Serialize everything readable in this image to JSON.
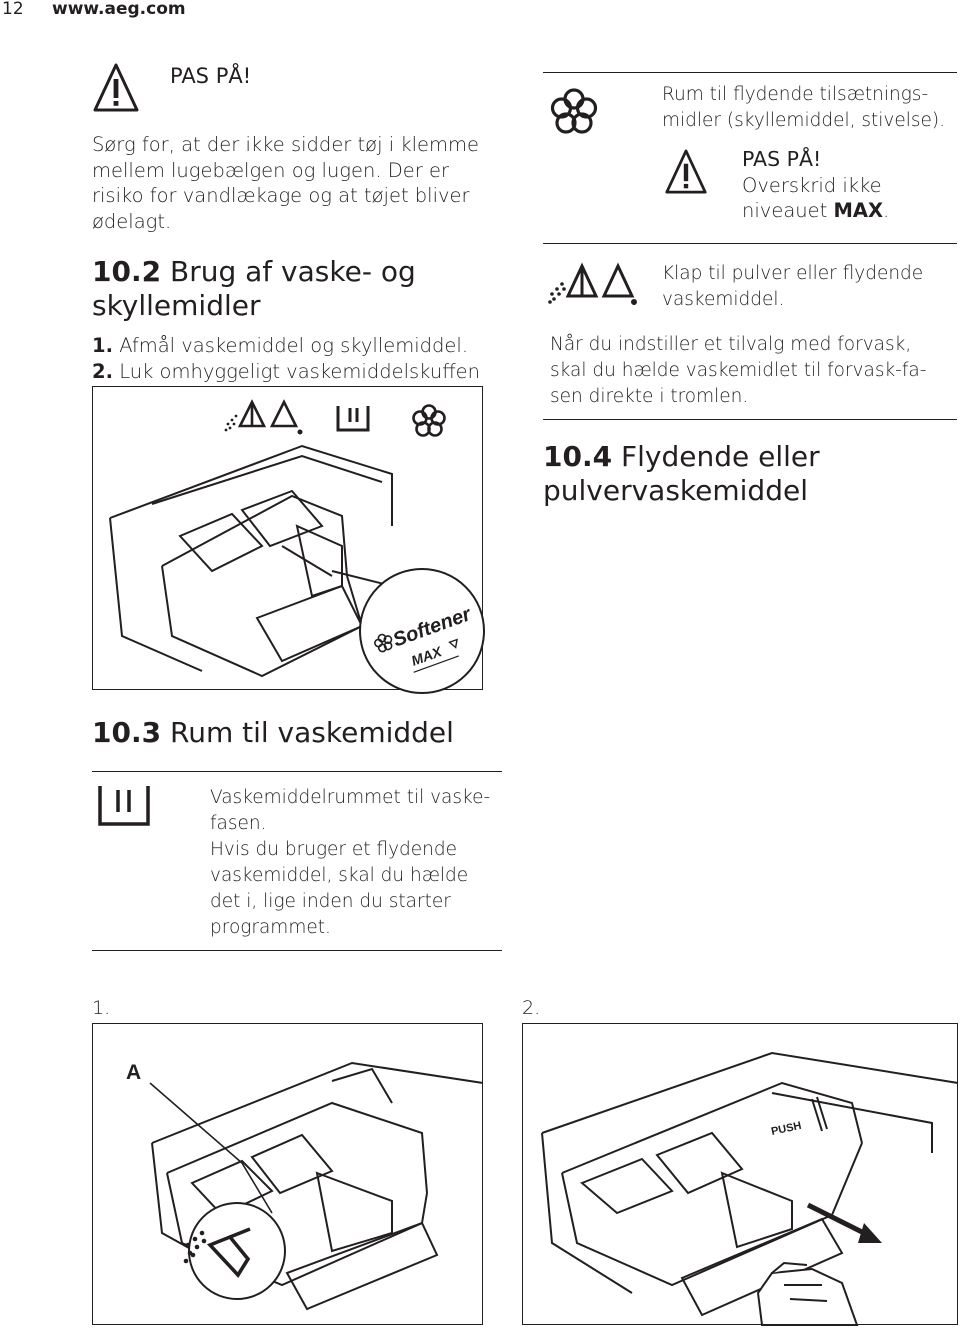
{
  "header": {
    "page_number": "12",
    "url": "www.aeg.com"
  },
  "left": {
    "caution": {
      "title": "PAS PÅ!",
      "lines": [
        "Sørg for, at der ikke sidder tøj i klemme",
        "mellem lugebælgen og lugen. Der er",
        "risiko for vandlækage og at tøjet bliver",
        "ødelagt."
      ]
    },
    "section_10_2": {
      "number": "10.2",
      "title_line1": "Brug af vaske- og",
      "title_line2": "skyllemidler"
    },
    "steps": [
      {
        "n": "1.",
        "text": "Afmål vaskemiddel og skyllemiddel."
      },
      {
        "n": "2.",
        "text": "Luk omhyggeligt vaskemiddelskuffen"
      }
    ],
    "figure_labels": {
      "softener": "Softener",
      "max": "MAX"
    },
    "section_10_3": {
      "number": "10.3",
      "title": "Rum til vaskemiddel"
    },
    "table_10_3": {
      "icon": "main-wash-compartment-icon",
      "lines": [
        "Vaskemiddelrummet til vaske-",
        "fasen.",
        "Hvis du bruger et flydende",
        "vaskemiddel, skal du hælde",
        "det i, lige inden du starter",
        "programmet."
      ]
    }
  },
  "right": {
    "softener_row": {
      "icon": "flower-softener-icon",
      "lines": [
        "Rum til flydende tilsætnings-",
        "midler (skyllemiddel, stivelse)."
      ],
      "caution_title": "PAS PÅ!",
      "caution_line1": "Overskrid ikke",
      "caution_line2_prefix": "niveauet ",
      "caution_line2_bold": "MAX",
      "caution_line2_suffix": "."
    },
    "flap_row": {
      "icon": "powder-liquid-flap-icon",
      "lines": [
        "Klap til pulver eller flydende",
        "vaskemiddel."
      ]
    },
    "prewash_note": [
      "Når du indstiller et tilvalg med forvask,",
      "skal du hælde vaskemidlet til forvask-fa-",
      "sen direkte i tromlen."
    ],
    "section_10_4": {
      "number": "10.4",
      "title_line1": "Flydende eller",
      "title_line2": "pulvervaskemiddel"
    }
  },
  "bottom": {
    "figure1": {
      "number": "1.",
      "label_a": "A"
    },
    "figure2": {
      "number": "2.",
      "push": "PUSH"
    }
  }
}
